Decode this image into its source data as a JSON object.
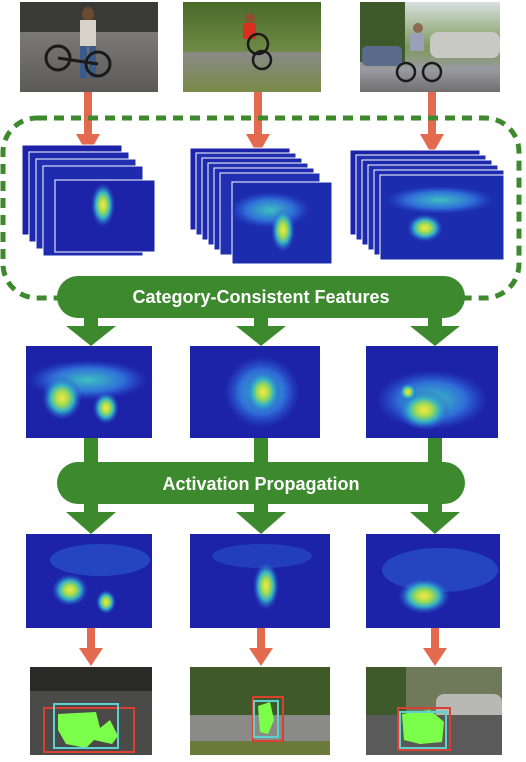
{
  "labels": {
    "feature_pill": "Category-Consistent Features",
    "propagation_pill": "Activation Propagation"
  },
  "colors": {
    "pill_green": "#3d8a2e",
    "arrow_orange": "#e36a4e",
    "arrow_green": "#3d8a2e",
    "dashed_border": "#3d8a2e",
    "heatmap_background": "#1c23a8",
    "heatmap_hot": "#f0e050",
    "mask_green": "#7cff4a",
    "gt_box": "#d84030",
    "pred_box": "#5fd0d0"
  },
  "columns": [
    {
      "id": "column-1",
      "photo": "man standing next to bicycle on street",
      "feature_stack_count": 5
    },
    {
      "id": "column-2",
      "photo": "boy riding bicycle wheelie on road",
      "feature_stack_count": 8
    },
    {
      "id": "column-3",
      "photo": "man riding bicycle near parked cars",
      "feature_stack_count": 7
    }
  ]
}
